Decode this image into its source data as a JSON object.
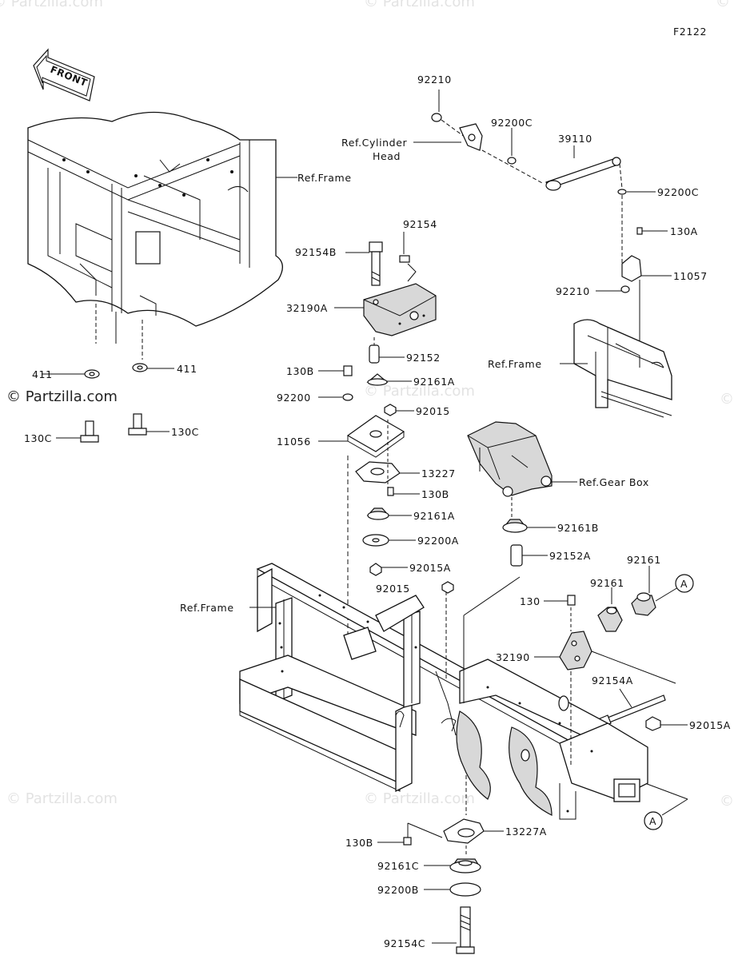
{
  "diagram_code": "F2122",
  "front_arrow_label": "FRONT",
  "watermark": "© Partzilla.com",
  "callout_letter": "A",
  "labels": {
    "l92210_top": "92210",
    "l92200C_top": "92200C",
    "l39110": "39110",
    "l92200C_right": "92200C",
    "l130A": "130A",
    "l11057": "11057",
    "l92210_mid": "92210",
    "ref_cyl_1": "Ref.Cylinder",
    "ref_cyl_2": "Head",
    "ref_frame_top": "Ref.Frame",
    "ref_frame_right": "Ref.Frame",
    "ref_frame_main": "Ref.Frame",
    "ref_gear_box": "Ref.Gear Box",
    "l92154": "92154",
    "l92154B": "92154B",
    "l32190A": "32190A",
    "l92152": "92152",
    "l130B_a": "130B",
    "l92161A_a": "92161A",
    "l92200": "92200",
    "l92015": "92015",
    "l11056": "11056",
    "l13227": "13227",
    "l130B_b": "130B",
    "l92161A_b": "92161A",
    "l92200A": "92200A",
    "l92015A_a": "92015A",
    "l92015_b": "92015",
    "l92161B": "92161B",
    "l92152A": "92152A",
    "l92161_a": "92161",
    "l92161_b": "92161",
    "l130": "130",
    "l32190": "32190",
    "l92154A": "92154A",
    "l92015A_b": "92015A",
    "l411_a": "411",
    "l411_b": "411",
    "l130C_a": "130C",
    "l130C_b": "130C",
    "l13227A": "13227A",
    "l130B_c": "130B",
    "l92161C": "92161C",
    "l92200B": "92200B",
    "l92154C": "92154C"
  }
}
